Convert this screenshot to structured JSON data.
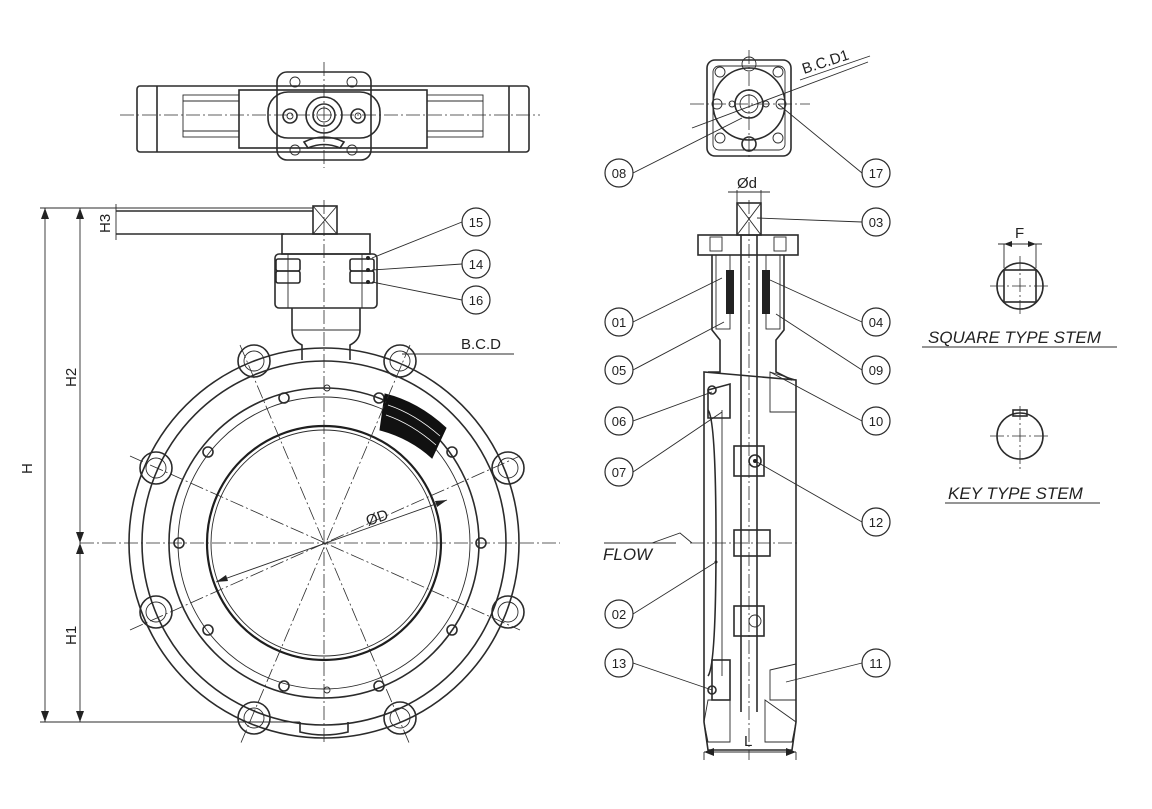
{
  "dimensions": {
    "h": "H",
    "h1": "H1",
    "h2": "H2",
    "h3": "H3",
    "bcd": "B.C.D",
    "bcd1": "B.C.D1",
    "od": "ØD",
    "stem_d": "Ød",
    "l": "L",
    "f": "F"
  },
  "flow_label": "FLOW",
  "stem_types": {
    "square": "SQUARE TYPE STEM",
    "key": "KEY TYPE STEM"
  },
  "callouts": [
    "01",
    "02",
    "03",
    "04",
    "05",
    "06",
    "07",
    "08",
    "09",
    "10",
    "11",
    "12",
    "13",
    "14",
    "15",
    "16",
    "17"
  ]
}
